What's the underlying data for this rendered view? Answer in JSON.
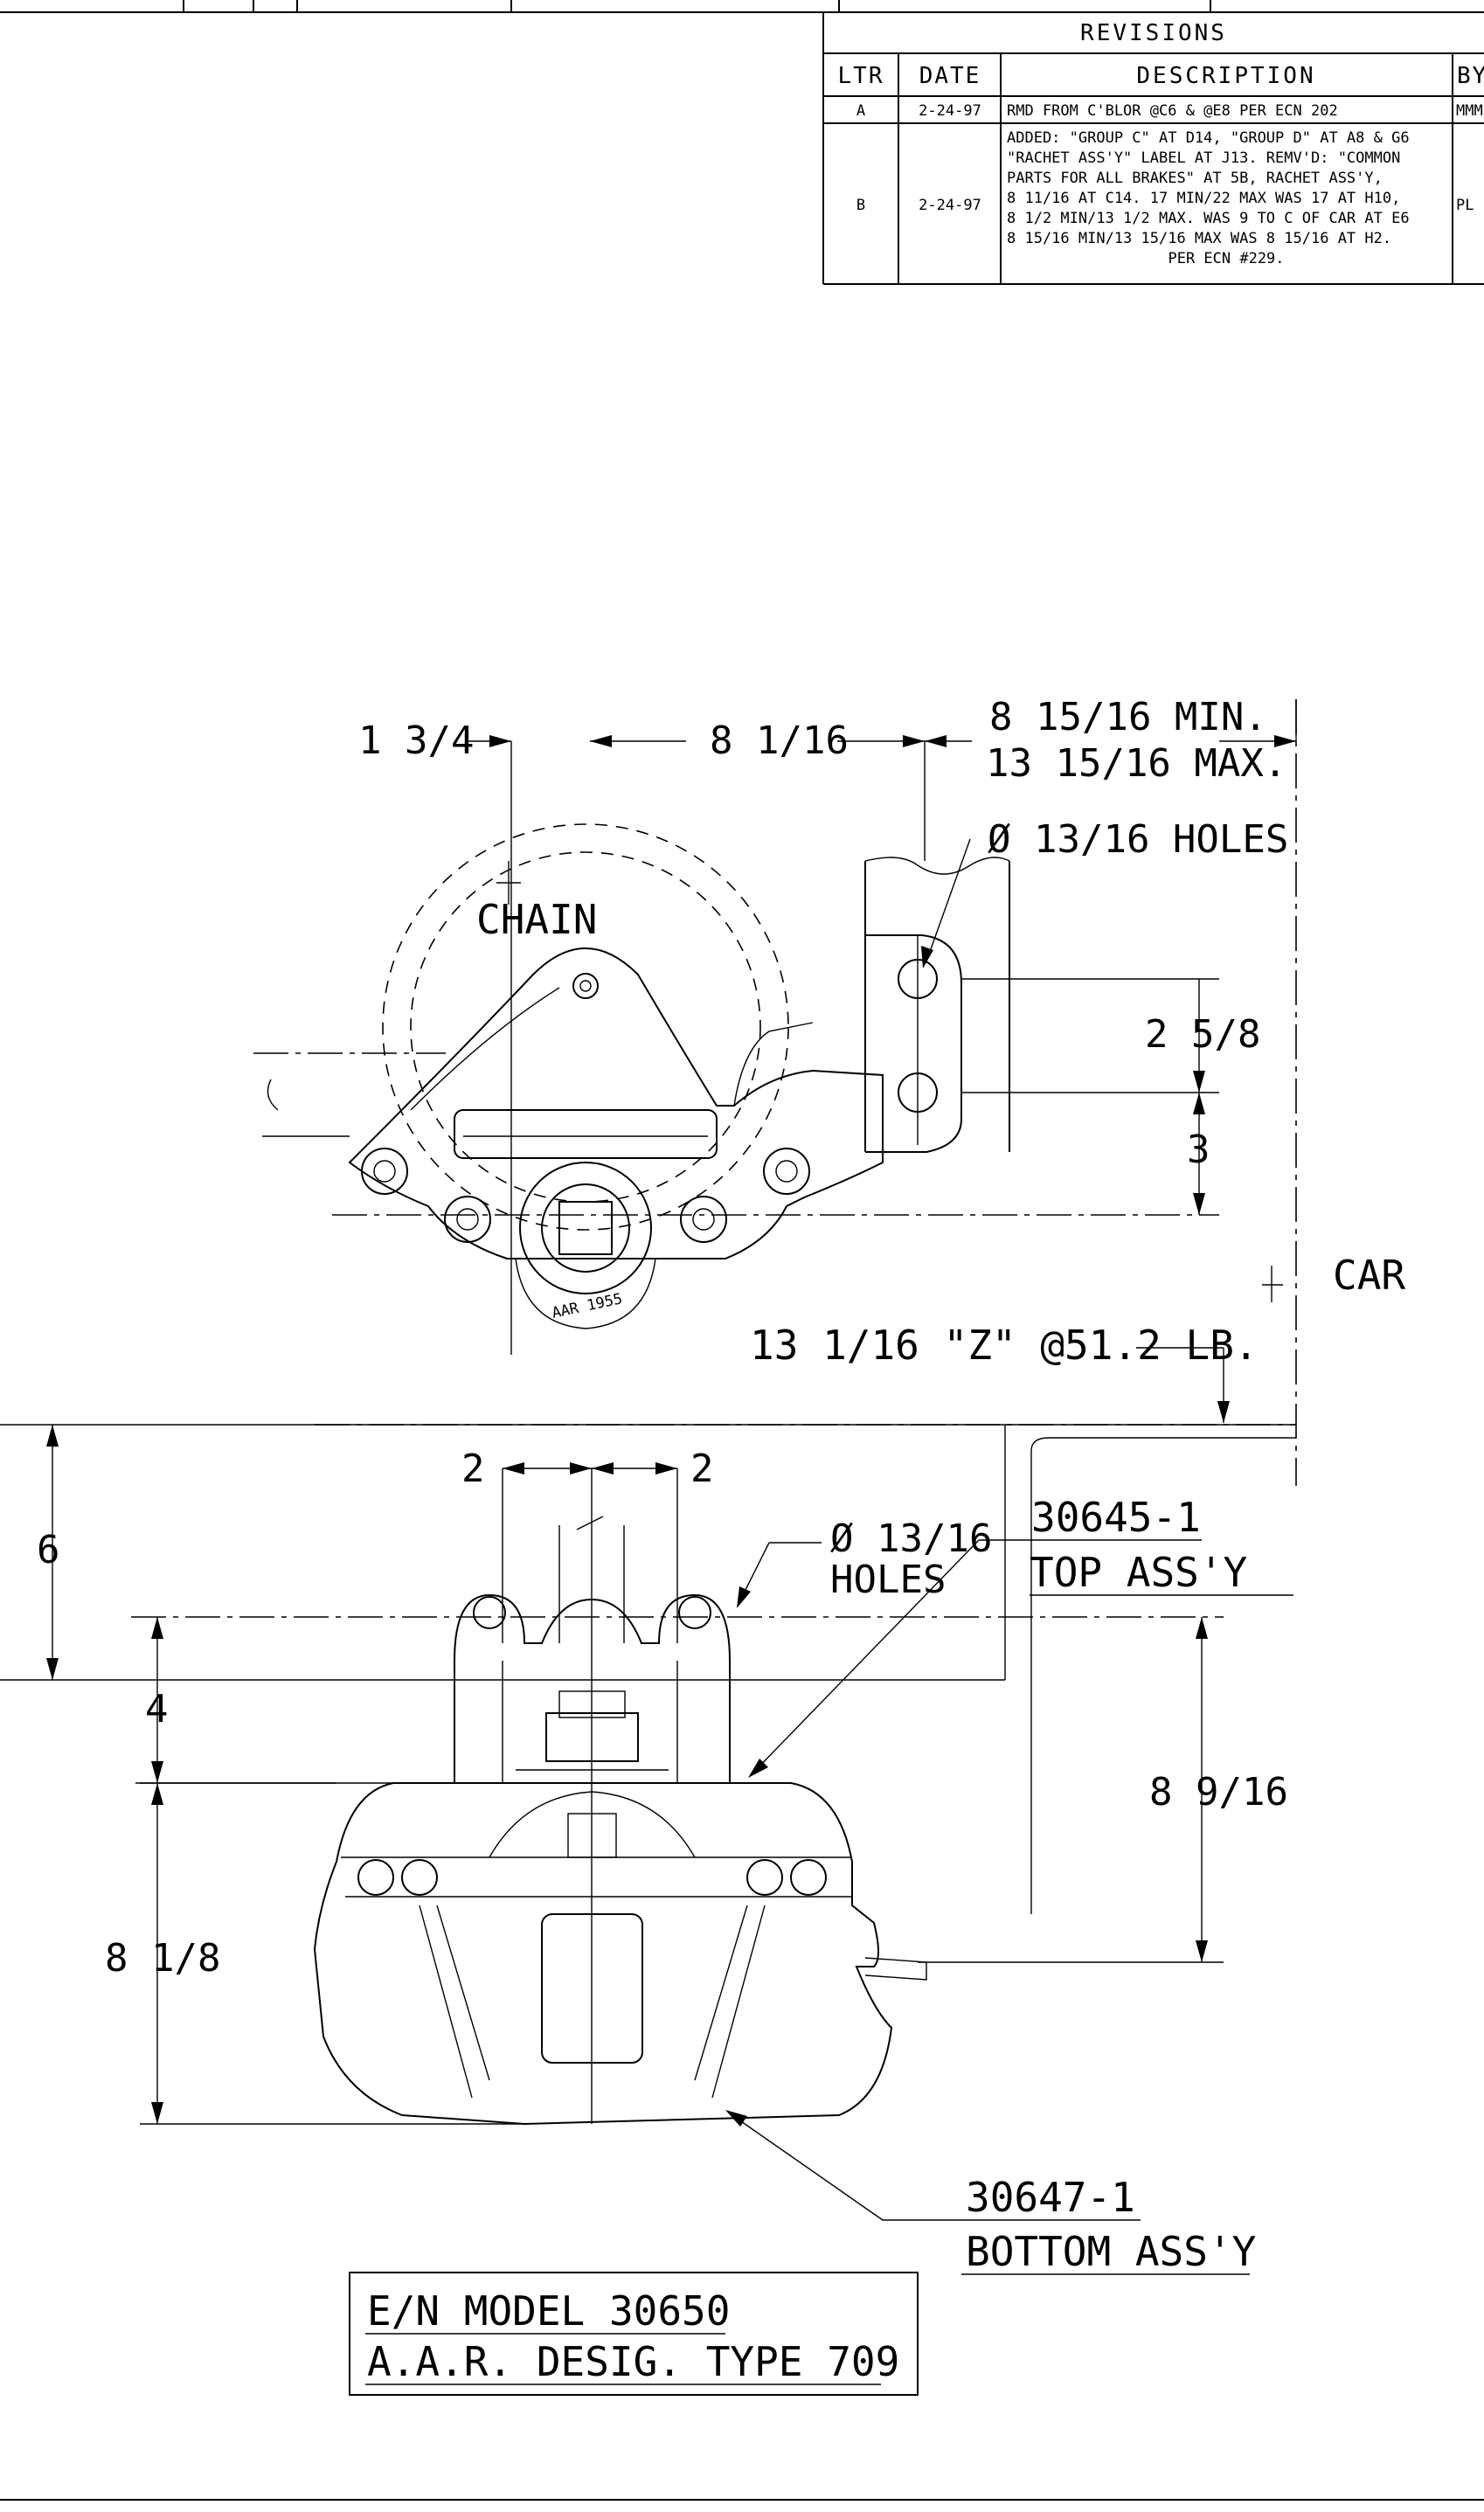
{
  "revisions": {
    "title": "REVISIONS",
    "headers": {
      "ltr": "LTR",
      "date": "DATE",
      "description": "DESCRIPTION",
      "by": "BY"
    },
    "rows": [
      {
        "ltr": "A",
        "date": "2-24-97",
        "by": "MMM",
        "lines": [
          "RMD FROM C'BLOR @C6 & @E8 PER ECN 202"
        ]
      },
      {
        "ltr": "B",
        "date": "2-24-97",
        "by": "PL",
        "lines": [
          "ADDED: \"GROUP C\" AT D14, \"GROUP D\" AT A8 & G6",
          "\"RACHET ASS'Y\" LABEL AT J13.  REMV'D: \"COMMON",
          "PARTS FOR ALL BRAKES\" AT 5B, RACHET ASS'Y,",
          "8 11/16 AT C14. 17 MIN/22 MAX WAS 17 AT H10,",
          "8 1/2 MIN/13 1/2 MAX. WAS 9 TO C  OF CAR AT E6",
          "8 15/16 MIN/13 15/16 MAX WAS 8 15/16 AT H2.",
          "PER ECN #229."
        ]
      }
    ]
  },
  "top_view": {
    "dim_left": "1 3/4",
    "dim_mid": "8 1/16",
    "dim_min": "8 15/16 MIN.",
    "dim_max": "13 15/16 MAX.",
    "holes": "Ø 13/16 HOLES",
    "chain_cl": "CHAIN",
    "dim_spacing": "2 5/8",
    "dim_lower": "3",
    "car_cl": "CAR",
    "casting_mark": "AAR 1955"
  },
  "bottom_view": {
    "z_note": "13 1/16 \"Z\" @51.2 LB.",
    "dim_left_2": "2",
    "dim_right_2": "2",
    "holes_dia": "Ø 13/16",
    "holes_word": "HOLES",
    "top_assy_num": "30645-1",
    "top_assy": "TOP ASS'Y",
    "dim_6": "6",
    "dim_4": "4",
    "dim_8_9_16": "8 9/16",
    "dim_8_1_8": "8 1/8",
    "bottom_assy_num": "30647-1",
    "bottom_assy": "BOTTOM ASS'Y"
  },
  "model_box": {
    "line1": "E/N MODEL 30650",
    "line2": "A.A.R. DESIG. TYPE 709"
  }
}
